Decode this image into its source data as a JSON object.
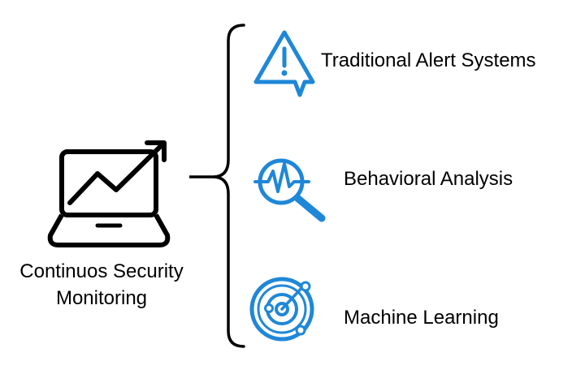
{
  "center": {
    "line1": "Continuos Security",
    "line2": "Monitoring",
    "icon": "laptop-trend-up-icon"
  },
  "items": [
    {
      "label": "Traditional Alert Systems",
      "icon": "warning-icon"
    },
    {
      "label": "Behavioral Analysis",
      "icon": "magnifier-pulse-icon"
    },
    {
      "label": "Machine Learning",
      "icon": "radar-icon"
    }
  ],
  "colors": {
    "accent": "#1F87D8",
    "outline": "#000000",
    "background": "#FFFFFF"
  }
}
